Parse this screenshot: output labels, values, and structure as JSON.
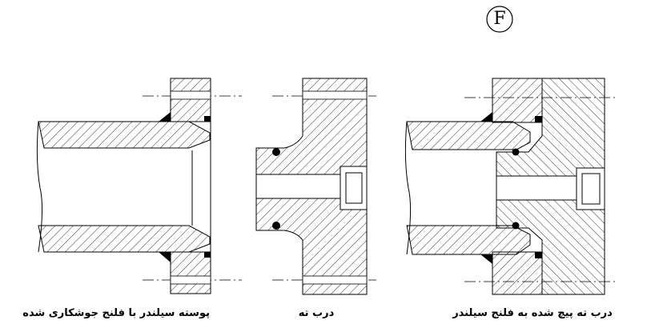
{
  "figure": {
    "label": "F",
    "captions": {
      "shell": "پوسته سیلندر با فلنج جوشکاری شده",
      "cap": "درب ته",
      "assembled": "درب ته پیچ شده به فلنج سیلندر"
    }
  },
  "colors": {
    "stroke": "#000000",
    "background": "#ffffff",
    "weld": "#000000"
  }
}
